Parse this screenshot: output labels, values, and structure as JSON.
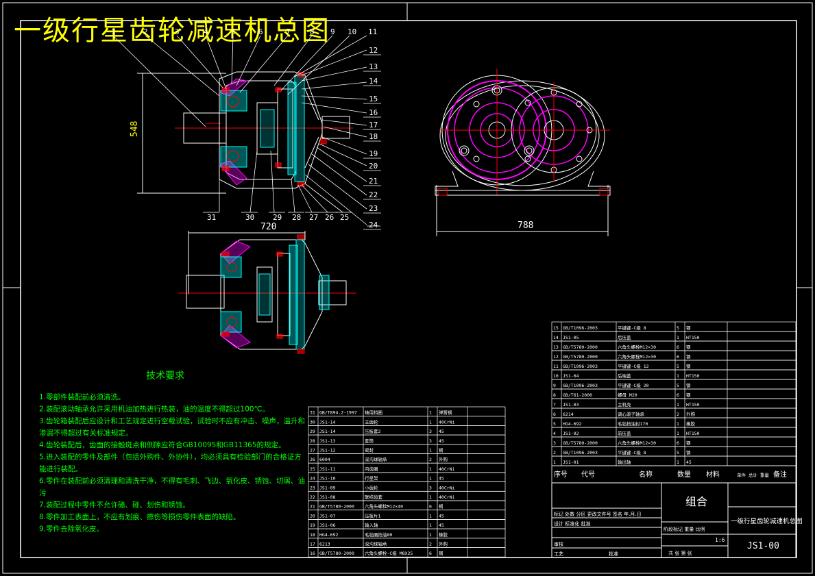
{
  "title": "一级行星齿轮减速机总图",
  "dimensions": {
    "height": "548",
    "width_front": "720",
    "width_side": "788"
  },
  "balloons_top": [
    "1",
    "2",
    "3",
    "4",
    "5",
    "6",
    "7",
    "8",
    "9",
    "10",
    "11"
  ],
  "balloons_right": [
    "12",
    "13",
    "14",
    "15",
    "16",
    "17",
    "18",
    "19",
    "20",
    "21",
    "22",
    "23",
    "24"
  ],
  "balloons_bottom": [
    "31",
    "30",
    "29",
    "28",
    "27",
    "26",
    "25"
  ],
  "tech": {
    "heading": "技术要求",
    "lines": [
      "1.零部件装配前必须清洗。",
      "2.装配滚动轴承允许采用机油加热进行热装，油的温度不得超过100℃。",
      "3.齿轮箱装配后应设计和工艺规定进行空载试验，试验时不应有冲击、噪声，温升和",
      "渗漏不得超过有关标准规定。",
      "4.齿轮装配后，齿面的接触斑点和侧隙应符合GB10095和GB11365的规定。",
      "5.进入装配的零件及部件（包括外购件、外协件），均必须具有检验部门的合格证方",
      "能进行装配。",
      "6.零件在装配前必须清理和清洗干净，不得有毛刺、飞边、氧化皮、锈蚀、切屑、油",
      "污",
      "7.装配过程中零件不允许磕、碰、划伤和锈蚀。",
      "8.零件加工表面上，不应有划痕、擦伤等损伤零件表面的缺陷。",
      "9.零件去除氧化皮。"
    ]
  },
  "bom_left": [
    [
      "31",
      "GB/T894.2-1997",
      "轴用挡圈",
      "1",
      "弹簧钢",
      ""
    ],
    [
      "30",
      "JS1-14",
      "主齿轮",
      "1",
      "40CrNi",
      ""
    ],
    [
      "29",
      "JS1-14",
      "压板套2",
      "3",
      "45",
      ""
    ],
    [
      "28",
      "JS1-13",
      "套筒",
      "3",
      "45",
      ""
    ],
    [
      "27",
      "JS1-12",
      "密封",
      "1",
      "钢",
      ""
    ],
    [
      "26",
      "6004",
      "深沟球轴承",
      "2",
      "外购",
      ""
    ],
    [
      "25",
      "JS1-11",
      "内齿圈",
      "1",
      "40CrNi",
      ""
    ],
    [
      "24",
      "JS1-10",
      "行星架",
      "1",
      "45",
      ""
    ],
    [
      "23",
      "JS1-09",
      "小齿轮",
      "3",
      "40CrNi",
      ""
    ],
    [
      "22",
      "JS1-08",
      "联结齿套",
      "1",
      "40CrNi",
      ""
    ],
    [
      "21",
      "GB/T5780-2000",
      "六角头螺栓M12×40",
      "6",
      "钢",
      ""
    ],
    [
      "20",
      "JS1-07",
      "压板片1",
      "1",
      "45",
      ""
    ],
    [
      "19",
      "JS1-06",
      "输入轴",
      "1",
      "45",
      ""
    ],
    [
      "18",
      "HG4-692",
      "毛毡圈挡油80",
      "1",
      "橡胶",
      ""
    ],
    [
      "17",
      "6213",
      "深沟球轴承",
      "2",
      "外购",
      ""
    ],
    [
      "16",
      "GB/T5780-2000",
      "六角头螺栓-C级 M8X25",
      "6",
      "钢",
      ""
    ]
  ],
  "bom_right": [
    [
      "15",
      "GB/T1096-2003",
      "平键键-C级 8",
      "5",
      "钢",
      ""
    ],
    [
      "14",
      "JS1-05",
      "后压盖",
      "1",
      "HT150",
      ""
    ],
    [
      "13",
      "GB/T5780-2000",
      "六角头螺栓M12×30",
      "6",
      "钢",
      ""
    ],
    [
      "12",
      "GB/T5780-2000",
      "六角头螺栓M12×30",
      "6",
      "钢",
      ""
    ],
    [
      "11",
      "GB/T1096-2003",
      "平键键-C级 12",
      "5",
      "钢",
      ""
    ],
    [
      "10",
      "JS1-04",
      "后端盖",
      "1",
      "HT150",
      ""
    ],
    [
      "9",
      "GB/T1096-2003",
      "平键键-C级 20",
      "5",
      "钢",
      ""
    ],
    [
      "8",
      "GB/T61-2000",
      "螺母 M20",
      "6",
      "钢",
      ""
    ],
    [
      "7",
      "JS1-03",
      "主机壳",
      "1",
      "HT150",
      ""
    ],
    [
      "6",
      "6214",
      "调心滚子轴承",
      "2",
      "外购",
      ""
    ],
    [
      "5",
      "HG4-692",
      "毛毡挡油封170",
      "1",
      "橡胶",
      ""
    ],
    [
      "4",
      "JS1-02",
      "前压盖",
      "1",
      "HT150",
      ""
    ],
    [
      "3",
      "GB/T5780-2000",
      "六角头螺栓M12×30",
      "6",
      "钢",
      ""
    ],
    [
      "2",
      "GB/T1096-2003",
      "平键键-C级 8",
      "5",
      "钢",
      ""
    ],
    [
      "1",
      "JS1-01",
      "输出轴",
      "1",
      "45",
      ""
    ]
  ],
  "bom_header": [
    "序号",
    "代号",
    "名称",
    "数量",
    "材料",
    "单件 总计 重量",
    "备注"
  ],
  "title_block": {
    "assembly": "组合",
    "drawing_name": "一级行星齿轮减速机总图",
    "drawing_no": "JS1-00",
    "scale": "1:6",
    "row_mark": "标记 处数 分区 更改文件号 签名 年.月.日",
    "row_design": "设计 标准化 批准",
    "row_stage": "阶段标记  重量  比例",
    "row_sheet": "共  张  第  张",
    "row_check": "审核",
    "row_proc": "工艺",
    "row_approve": "批准"
  },
  "colors": {
    "line": "#ffffff",
    "red": "#ff0000",
    "magenta": "#ff00ff",
    "cyan": "#00ffff",
    "yellow": "#ffff00",
    "green": "#00ff00"
  }
}
